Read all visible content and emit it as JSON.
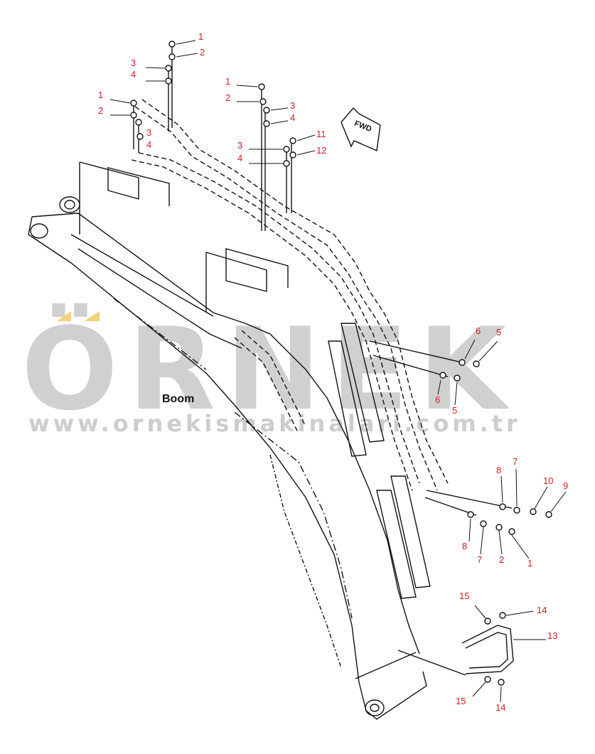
{
  "watermark": {
    "word": "ÖRNEK",
    "url": "www.ornekismakinalari.com.tr",
    "color": "#c8c8c8",
    "accent": "#f3d27a"
  },
  "diagram": {
    "label": "Boom",
    "direction_tag": "FWD",
    "callout_color": "#d21f1f",
    "callouts": [
      "1",
      "2",
      "3",
      "4",
      "1",
      "2",
      "3",
      "4",
      "1",
      "2",
      "3",
      "4",
      "3",
      "4",
      "11",
      "12",
      "6",
      "5",
      "6",
      "5",
      "8",
      "7",
      "10",
      "9",
      "8",
      "7",
      "2",
      "1",
      "15",
      "14",
      "13",
      "15",
      "14"
    ]
  }
}
